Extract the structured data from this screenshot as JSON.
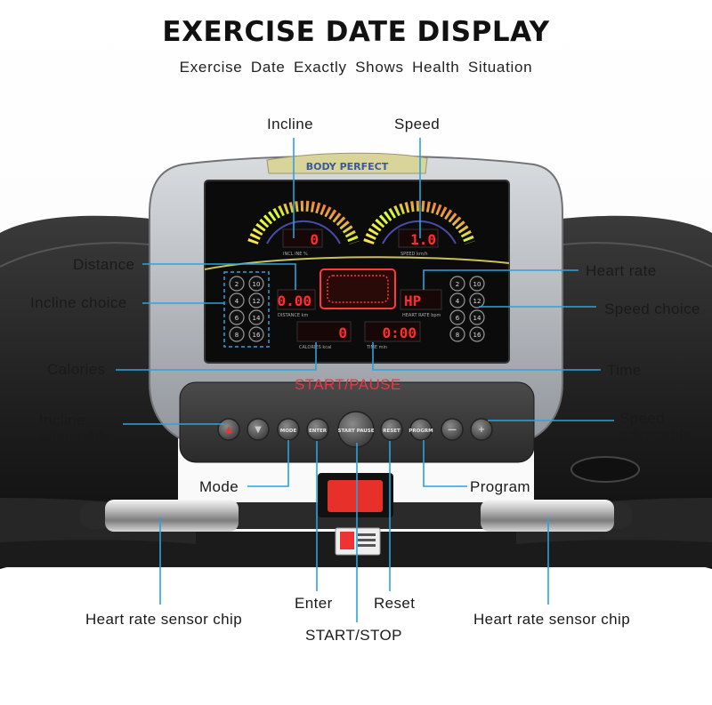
{
  "header": {
    "title": "EXERCISE DATE DISPLAY",
    "subtitle": "Exercise Date  Exactly  Shows Health Situation"
  },
  "console": {
    "brand": "BODY PERFECT",
    "incline_readout": "0",
    "speed_readout": "1.0",
    "distance_readout": "0.00",
    "heart_rate_readout": "HP",
    "calories_readout": "0",
    "time_readout": "0:00",
    "incline_unit": "INCL INE %",
    "speed_unit": "SPEED km/h",
    "distance_unit": "DISTANCE km",
    "heart_unit": "HEART RATE bpm",
    "calories_unit": "CALORIES kcal",
    "time_unit": "TIME min",
    "incline_choices": [
      "2",
      "10",
      "4",
      "12",
      "6",
      "14",
      "8",
      "16"
    ],
    "speed_choices": [
      "2",
      "10",
      "4",
      "12",
      "6",
      "14",
      "8",
      "16"
    ],
    "buttons": {
      "mode": "MODE",
      "enter": "ENTER",
      "start_pause": "START PAUSE",
      "reset": "RESET",
      "program": "PROGRM"
    }
  },
  "labels": {
    "incline": "Incline",
    "speed": "Speed",
    "distance": "Distance",
    "heart_rate": "Heart rate",
    "incline_choice": "Incline choice",
    "speed_choice": "Speed choice",
    "calories": "Calories",
    "time": "Time",
    "start_pause": "START/PAUSE",
    "incline_adjustable_1": "Incline",
    "incline_adjustable_2": "adjustable",
    "speed_adjustable_1": "Speed",
    "speed_adjustable_2": "adjustable",
    "mode": "Mode",
    "program": "Program",
    "enter": "Enter",
    "reset": "Reset",
    "start_stop": "START/STOP",
    "hr_sensor_left": "Heart rate sensor chip",
    "hr_sensor_right": "Heart rate sensor chip"
  },
  "colors": {
    "callout_line": "#29a3e0",
    "highlight_text": "#e53848",
    "led": "#ff2d2d"
  }
}
